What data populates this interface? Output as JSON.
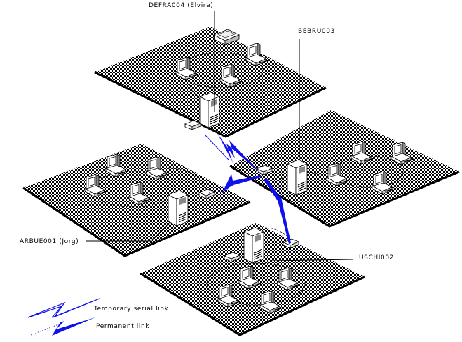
{
  "nodes": {
    "defra": "DEFRA004 (Elvira)",
    "bebru": "BEBRU003",
    "arbue": "ARBUE001 (Jorg)",
    "uschi": "USCHI002"
  },
  "legend": {
    "temporary": "Temporary serial link",
    "permanent": "Permanent link"
  },
  "colors": {
    "link": "#1010ee",
    "floor": "#9a9a9a"
  }
}
